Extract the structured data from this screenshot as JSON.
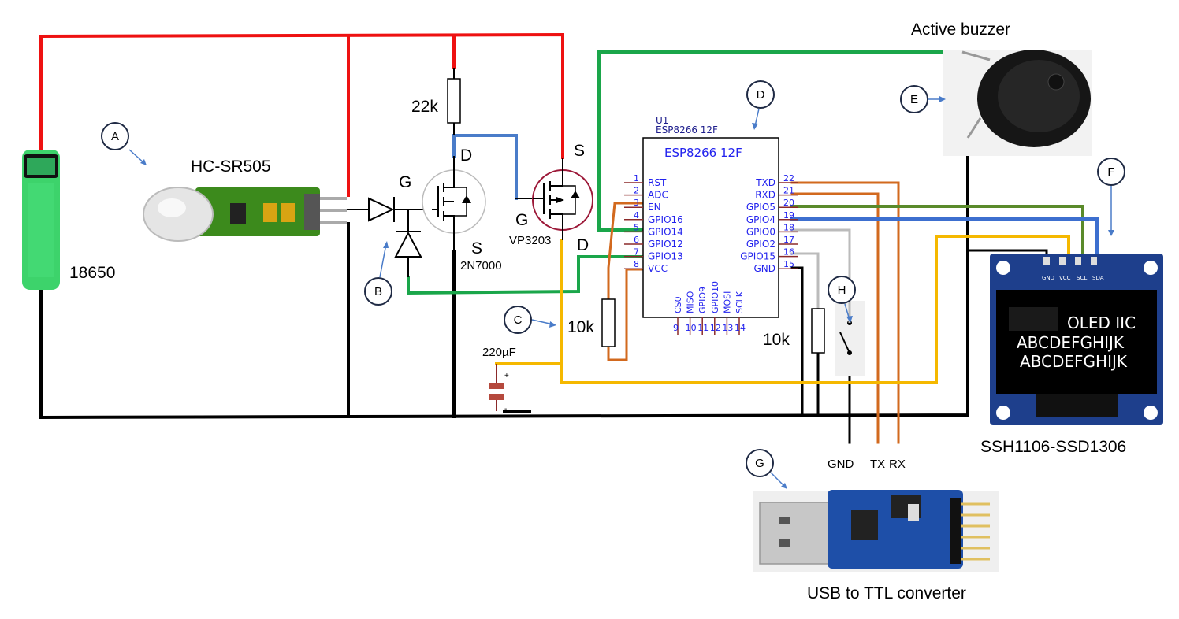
{
  "components": {
    "battery": {
      "label": "18650"
    },
    "pir": {
      "label": "HC-SR505"
    },
    "resistor_22k": {
      "label": "22k"
    },
    "mosfet_n": {
      "gate": "G",
      "drain": "D",
      "source": "S",
      "part": "2N7000"
    },
    "mosfet_p": {
      "gate": "G",
      "drain": "D",
      "source": "S",
      "part": "VP3203"
    },
    "resistor_10k_a": {
      "label": "10k"
    },
    "resistor_10k_b": {
      "label": "10k"
    },
    "capacitor": {
      "label": "220µF",
      "plus": "+",
      "minus": "-"
    },
    "buzzer": {
      "label": "Active buzzer"
    },
    "oled": {
      "label": "SSH1106-SSD1306",
      "pins": [
        "GND",
        "VCC",
        "SCL",
        "SDA"
      ],
      "screen_lines": [
        "OLED IIC",
        "ABCDEFGHIJK",
        "ABCDEFGHIJK"
      ]
    },
    "usb_ttl": {
      "label": "USB to TTL converter",
      "wire_labels": {
        "gnd": "GND",
        "tx": "TX",
        "rx": "RX"
      }
    }
  },
  "esp": {
    "ref": "U1",
    "ref_value": "ESP8266 12F",
    "title": "ESP8266 12F",
    "left_pins": [
      {
        "num": "1",
        "name": "RST"
      },
      {
        "num": "2",
        "name": "ADC"
      },
      {
        "num": "3",
        "name": "EN"
      },
      {
        "num": "4",
        "name": "GPIO16"
      },
      {
        "num": "5",
        "name": "GPIO14"
      },
      {
        "num": "6",
        "name": "GPIO12"
      },
      {
        "num": "7",
        "name": "GPIO13"
      },
      {
        "num": "8",
        "name": "VCC"
      }
    ],
    "right_pins": [
      {
        "num": "22",
        "name": "TXD"
      },
      {
        "num": "21",
        "name": "RXD"
      },
      {
        "num": "20",
        "name": "GPIO5"
      },
      {
        "num": "19",
        "name": "GPIO4"
      },
      {
        "num": "18",
        "name": "GPIO0"
      },
      {
        "num": "17",
        "name": "GPIO2"
      },
      {
        "num": "16",
        "name": "GPIO15"
      },
      {
        "num": "15",
        "name": "GND"
      }
    ],
    "bottom_pins": [
      {
        "num": "9",
        "name": "CS0"
      },
      {
        "num": "10",
        "name": "MISO"
      },
      {
        "num": "11",
        "name": "GPIO9"
      },
      {
        "num": "12",
        "name": "GPIO10"
      },
      {
        "num": "13",
        "name": "MOSI"
      },
      {
        "num": "14",
        "name": "SCLK"
      }
    ]
  },
  "callouts": [
    "A",
    "B",
    "C",
    "D",
    "E",
    "F",
    "G",
    "H"
  ],
  "colors": {
    "positive": "#ee1111",
    "ground": "#000000",
    "gate": "#4a7cc9",
    "green": "#1aa64a",
    "orange": "#d2691e",
    "yellow": "#f5b800",
    "gray": "#bbbbbb",
    "i2c_green": "#5a8a2a",
    "i2c_blue": "#3d6fcf",
    "chip_text": "#2222ee",
    "pin_line": "#8b2a2a"
  }
}
